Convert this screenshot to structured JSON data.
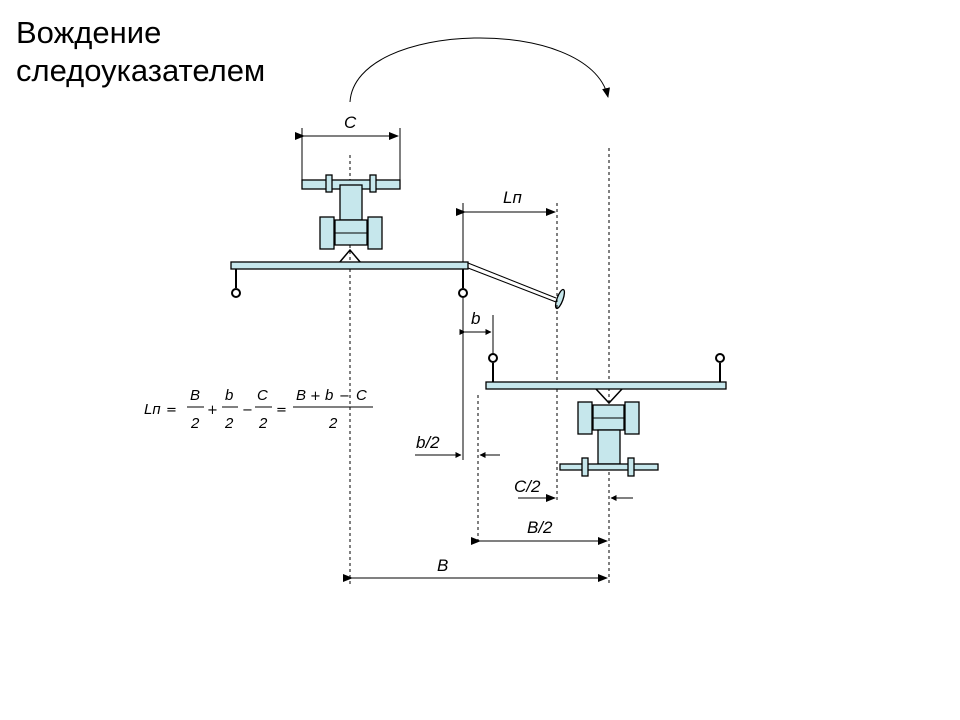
{
  "title": {
    "line1": "Вождение",
    "line2": "следоуказателем"
  },
  "labels": {
    "c": "C",
    "lp": "Lп",
    "b": "b",
    "b_half": "b/2",
    "c_half": "C/2",
    "bb_half": "B/2",
    "bb": "B"
  },
  "formula": {
    "lhs": "Lп",
    "eq1": "=",
    "t1_num": "B",
    "t1_den": "2",
    "plus1": "+",
    "t2_num": "b",
    "t2_den": "2",
    "minus1": "−",
    "t3_num": "C",
    "t3_den": "2",
    "eq2": "=",
    "t4_num_b": "B",
    "t4_plus": "+",
    "t4_num_bs": "b",
    "t4_minus": "−",
    "t4_num_c": "C",
    "t4_den": "2"
  },
  "colors": {
    "equipment_fill": "#c6e7ec",
    "line": "#000000"
  }
}
